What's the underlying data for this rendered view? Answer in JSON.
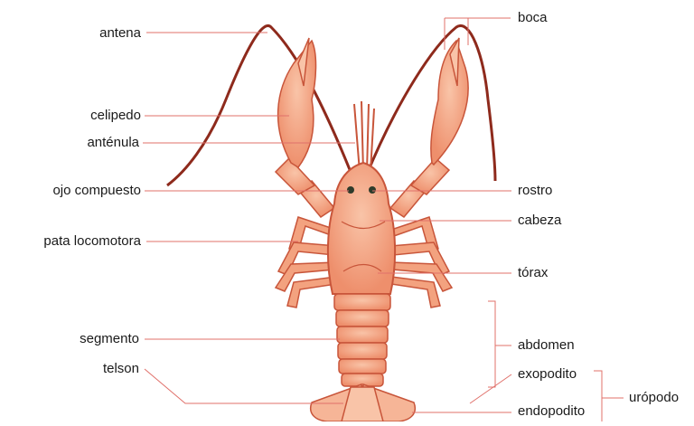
{
  "labels": {
    "antena": "antena",
    "celipedo": "celipedo",
    "antenula": "anténula",
    "ojo": "ojo compuesto",
    "pata": "pata locomotora",
    "segmento": "segmento",
    "telson": "telson",
    "boca": "boca",
    "rostro": "rostro",
    "cabeza": "cabeza",
    "torax": "tórax",
    "abdomen": "abdomen",
    "exopodito": "exopodito",
    "endopodito": "endopodito",
    "uropodo": "urópodo"
  },
  "colors": {
    "body": "#f3a27f",
    "outline": "#c8553a",
    "antenna": "#8e2a1c",
    "leader": "#e0706a",
    "bracket": "#e0706a"
  }
}
